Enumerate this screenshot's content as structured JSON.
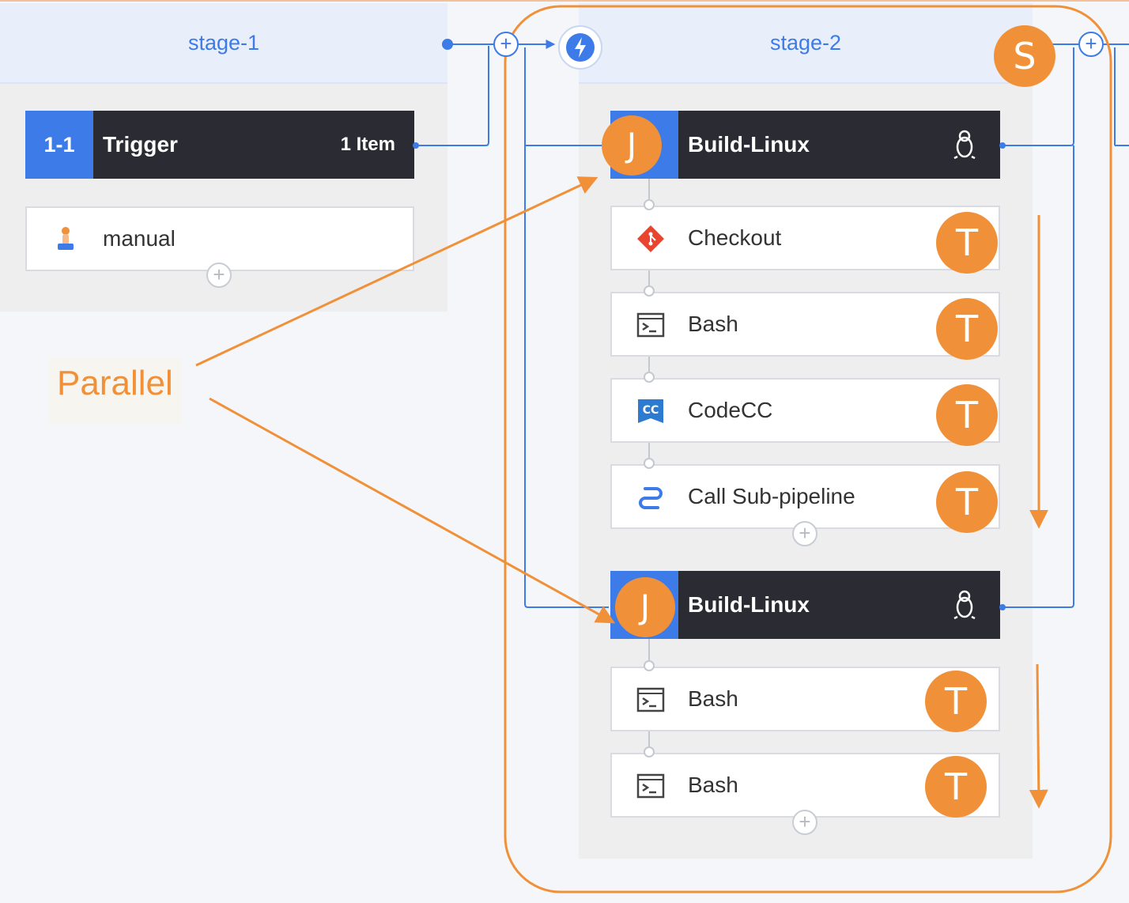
{
  "stage1": {
    "title": "stage-1",
    "job": {
      "index": "1-1",
      "name": "Trigger",
      "count": "1 Item"
    },
    "tasks": [
      {
        "label": "manual",
        "icon": "manual-hand-icon"
      }
    ]
  },
  "stage2": {
    "title": "stage-2",
    "stage_badge": "S",
    "jobs": [
      {
        "name": "Build-Linux",
        "badge": "J",
        "os_icon": "linux-penguin-icon",
        "tasks": [
          {
            "label": "Checkout",
            "icon": "git-icon",
            "badge": "T"
          },
          {
            "label": "Bash",
            "icon": "terminal-icon",
            "badge": "T"
          },
          {
            "label": "CodeCC",
            "icon": "codecc-icon",
            "badge": "T"
          },
          {
            "label": "Call Sub-pipeline",
            "icon": "subpipeline-icon",
            "badge": "T"
          }
        ]
      },
      {
        "name": "Build-Linux",
        "badge": "J",
        "os_icon": "linux-penguin-icon",
        "tasks": [
          {
            "label": "Bash",
            "icon": "terminal-icon",
            "badge": "T"
          },
          {
            "label": "Bash",
            "icon": "terminal-icon",
            "badge": "T"
          }
        ]
      }
    ]
  },
  "annotation": {
    "label": "Parallel"
  },
  "colors": {
    "accent": "#3c7be8",
    "annotation": "#f0913a",
    "job_bg": "#2b2c33"
  }
}
